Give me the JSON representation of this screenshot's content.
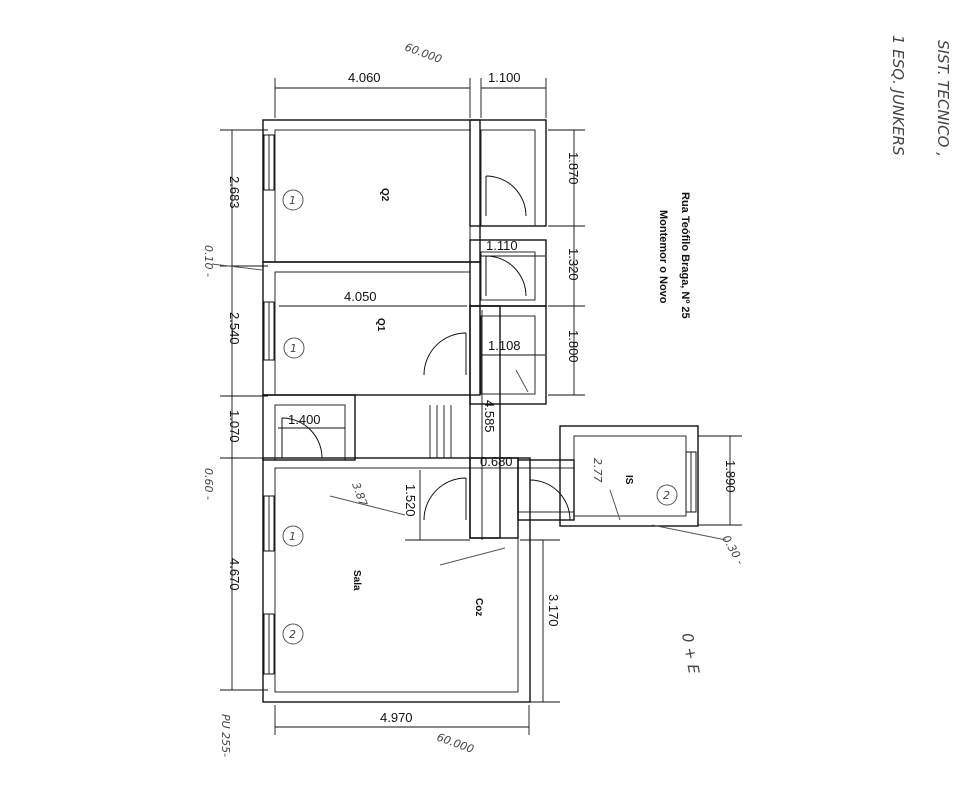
{
  "address": {
    "line1": "Rua Teófilo Braga, Nº 25",
    "line2": "Montemor o Novo"
  },
  "rooms": {
    "q2": "Q2",
    "q1": "Q1",
    "sala": "Sala",
    "coz": "Coz",
    "is": "IS"
  },
  "dimensions": {
    "top_q2_width": "4.060",
    "top_corridor_width": "1.100",
    "q2_height": "2.683",
    "q1_height": "2.540",
    "q1_width": "4.050",
    "hall_height": "1.070",
    "hall_width": "1.400",
    "sala_height": "4.670",
    "bottom_width": "4.970",
    "right_1870": "1.870",
    "right_1320": "1.320",
    "right_1800": "1.800",
    "closet_1110": "1.110",
    "corridor_1108": "1.108",
    "corridor_4585": "4.585",
    "corridor_0680": "0.680",
    "kitchen_1520": "1.520",
    "coz_3170": "3.170",
    "is_1890": "1.890"
  },
  "handwriting": {
    "side_note_1": "SIST. TECNICO ,",
    "side_note_2": "1 ESQ. JUNKERS",
    "top_mark": "60.000",
    "bottom_mark": "60.000",
    "left_mark_1": "0.10 -",
    "left_mark_2": "0.60 -",
    "left_mark_3": "PU 255-",
    "right_mark": "0.30 -",
    "circle_1": "1",
    "circle_2": "1",
    "circle_3": "1",
    "circle_4": "2",
    "circle_5": "2",
    "sala_note": "3.87",
    "is_note": "2.77",
    "formula": "0 + E"
  }
}
